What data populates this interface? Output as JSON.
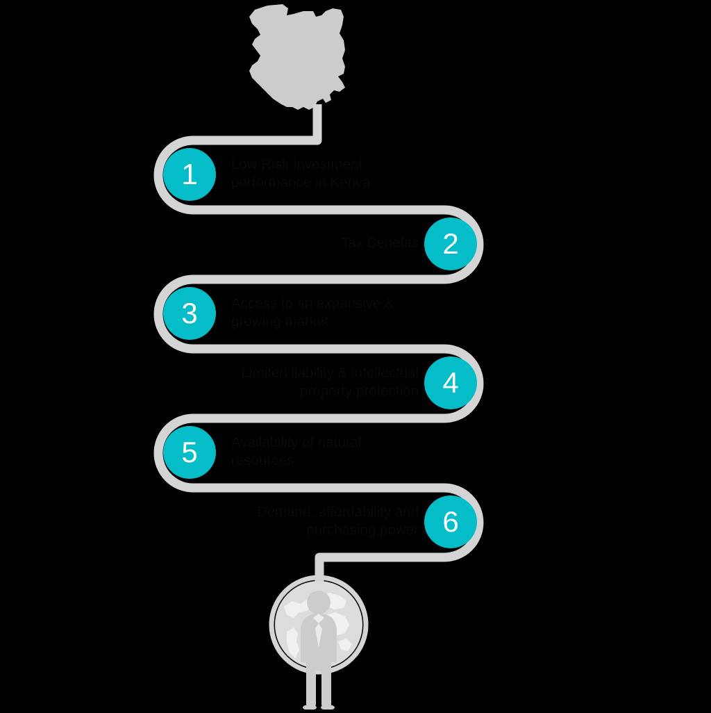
{
  "title": "Low Risk Investment in Kenya",
  "theme": {
    "background": "#000000",
    "accent": "#05bdc9",
    "track": "#d4d4d4",
    "icon_gray": "#cccccc",
    "text": "#0a0a0a",
    "number_text": "#ffffff"
  },
  "top_icon": {
    "name": "kenya-map-icon",
    "label": "Kenya map silhouette"
  },
  "bottom_icon": {
    "name": "globe-businessman-icon",
    "label": "Globe with businessman"
  },
  "steps": [
    {
      "number": "1",
      "text": "Low Risk Investment\nperformance in Kenya",
      "align": "left"
    },
    {
      "number": "2",
      "text": "Tax Benefits",
      "align": "right"
    },
    {
      "number": "3",
      "text": "Access to an expansive &\ngrowing market",
      "align": "left"
    },
    {
      "number": "4",
      "text": "Limited liability & intellectual\nproperty protection",
      "align": "right"
    },
    {
      "number": "5",
      "text": "Availability of natural\nresources",
      "align": "left"
    },
    {
      "number": "6",
      "text": "Demand, affordability and\npurchasing power",
      "align": "right"
    }
  ]
}
